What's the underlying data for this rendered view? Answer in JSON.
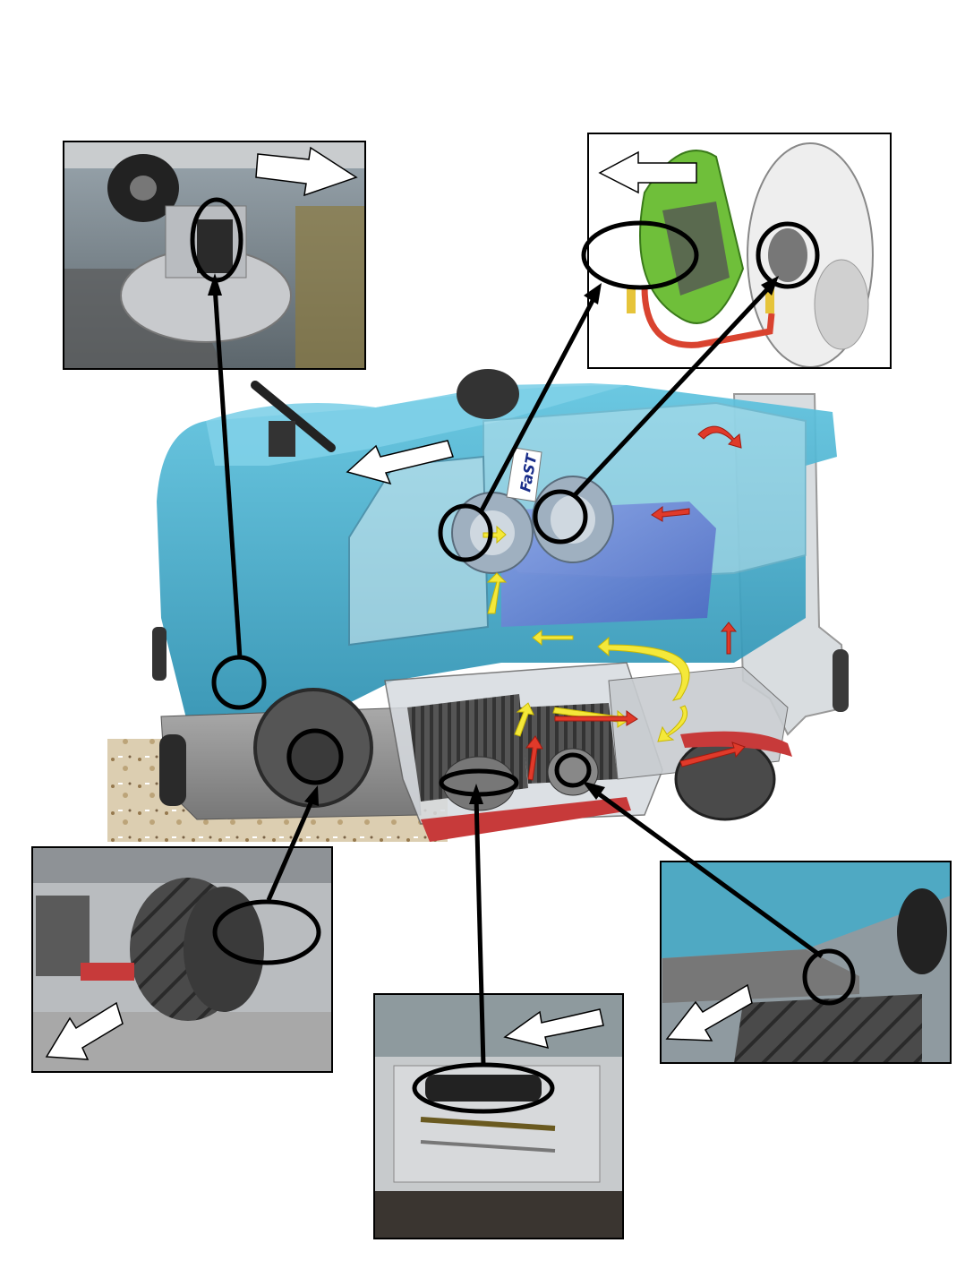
{
  "machine": {
    "logo_text": "FaST"
  },
  "colors": {
    "machine_body": "#3fa9c9",
    "machine_body_dark": "#1f7e9c",
    "tank_blue": "#6a86d8",
    "flow_yellow": "#f4e83a",
    "flow_red": "#e03a2a",
    "green_assembly": "#6fbf3a",
    "hose_red": "#d9432f",
    "squeegee_red": "#c73a3a",
    "photo_gray": "#8e9aa3"
  },
  "insets": [
    {
      "id": "side-brush-motor",
      "icon": "side-brush-photo"
    },
    {
      "id": "vacuum-fan-assembly",
      "icon": "vacuum-fan-render"
    },
    {
      "id": "drive-wheel",
      "icon": "drive-wheel-photo"
    },
    {
      "id": "main-brush-actuator",
      "icon": "actuator-photo"
    },
    {
      "id": "rear-squeegee-sensor",
      "icon": "squeegee-photo"
    }
  ]
}
